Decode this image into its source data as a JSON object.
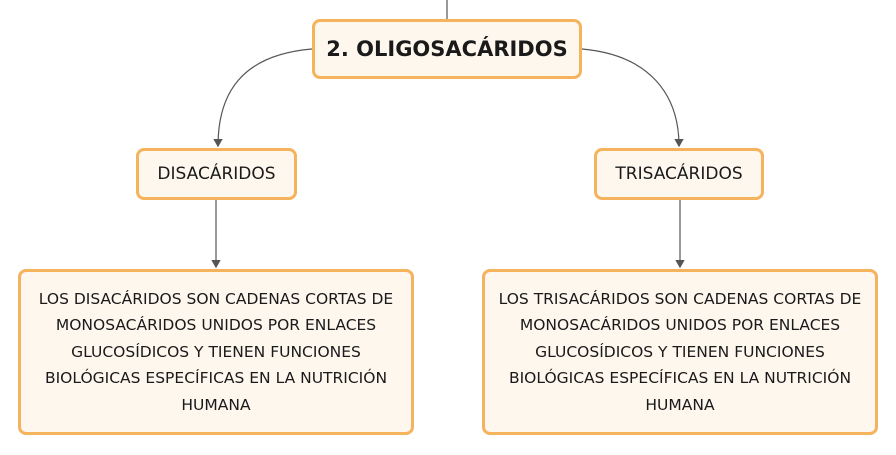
{
  "root": {
    "label": "2. OLIGOSACÁRIDOS"
  },
  "branches": [
    {
      "label": "DISACÁRIDOS",
      "description": "LOS DISACÁRIDOS SON CADENAS CORTAS DE MONOSACÁRIDOS UNIDOS POR ENLACES GLUCOSÍDICOS Y TIENEN FUNCIONES BIOLÓGICAS ESPECÍFICAS EN LA NUTRICIÓN HUMANA"
    },
    {
      "label": "TRISACÁRIDOS",
      "description": "LOS TRISACÁRIDOS SON CADENAS CORTAS DE MONOSACÁRIDOS UNIDOS POR ENLACES GLUCOSÍDICOS Y TIENEN FUNCIONES BIOLÓGICAS ESPECÍFICAS EN LA NUTRICIÓN HUMANA"
    }
  ],
  "colors": {
    "node_border": "#f4b35c",
    "node_fill": "#fef7ee",
    "connector": "#555555"
  }
}
